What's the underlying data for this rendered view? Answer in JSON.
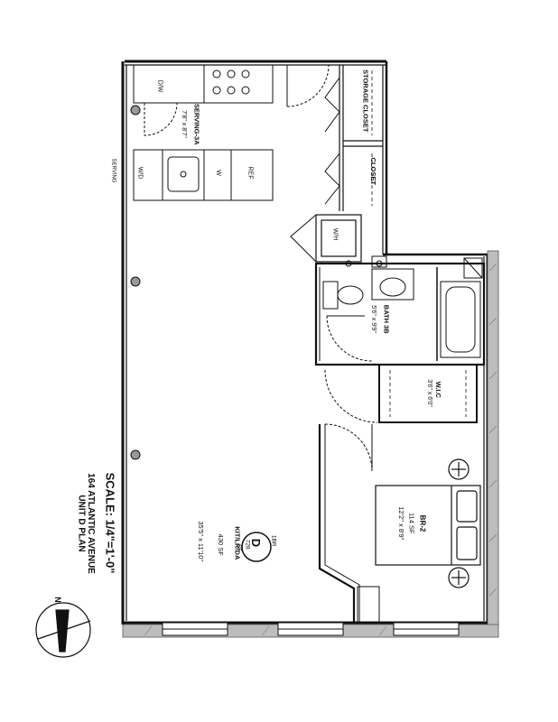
{
  "title_block": {
    "address": "164 ATLANTIC AVENUE",
    "unit_plan": "UNIT D PLAN",
    "scale": "SCALE: 1/4\"=1'-0\""
  },
  "unit_tag": {
    "letter": "D",
    "bedrooms": "1BR",
    "area": "728",
    "area_unit": "SF"
  },
  "rooms": {
    "kitchen_living": {
      "name": "KIT/LR/DA",
      "area": "430 SF",
      "dims": "35'5\" x 11'10\""
    },
    "bedroom": {
      "name": "BR-2",
      "area": "114 SF",
      "dims": "12'2\" x 8'9\""
    },
    "bath": {
      "name": "BATH 3B",
      "dims": "5'6\" x 9'9\""
    },
    "walk_in_closet": {
      "name": "W.I.C",
      "dims": "3'6\" x 6'0\""
    },
    "serving": {
      "name": "SERVING-3A",
      "dims": "7'8\" x 8'7\""
    },
    "storage_closet": {
      "name": "STORAGE CLOSET"
    },
    "closet": {
      "name": "CLOSET"
    }
  },
  "fixture_labels": {
    "wd": "W/D",
    "dw": "D/W",
    "w": "W",
    "ref": "REF",
    "wh": "W/H",
    "wall_note": "SERVING"
  },
  "north_arrow": {
    "label": "N"
  }
}
